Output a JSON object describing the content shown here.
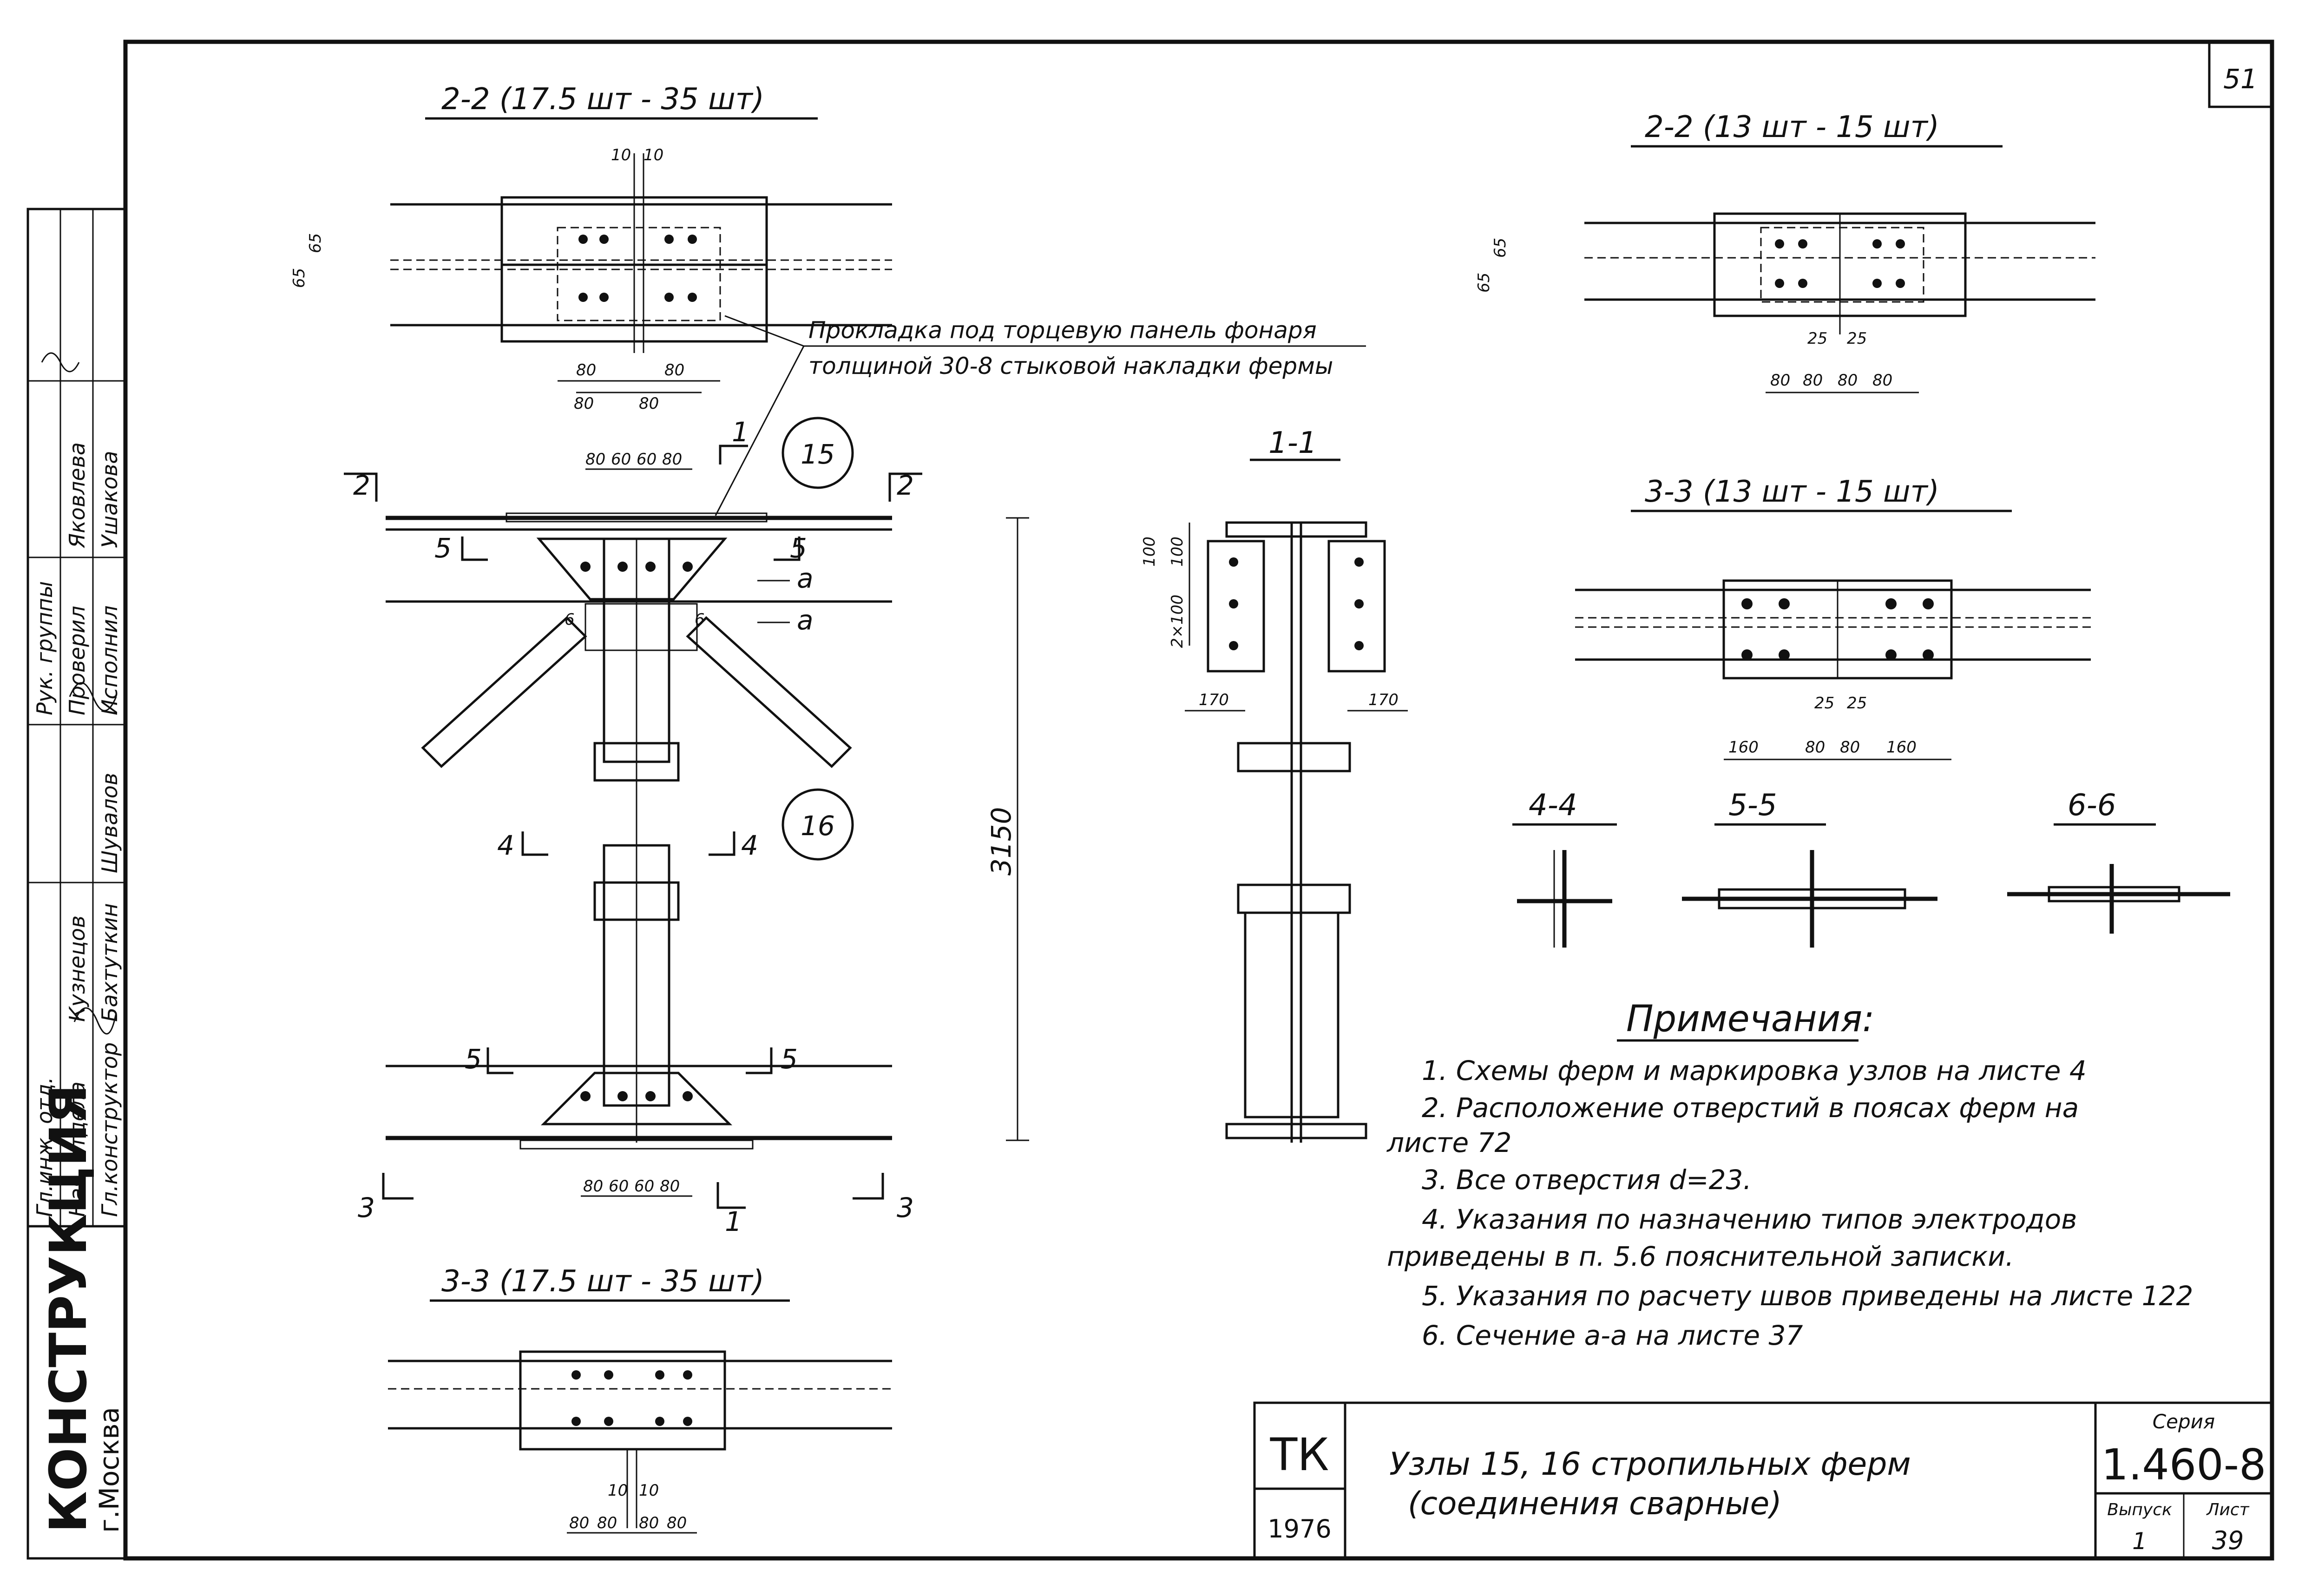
{
  "sheet": {
    "sheet_corner_number": "51",
    "titleblock": {
      "org": "ТК",
      "year": "1976",
      "title_line1": "Узлы 15, 16 стропильных ферм",
      "title_line2": "(соединения сварные)",
      "series_label": "Серия",
      "series_value": "1.460-8",
      "issue_label": "Выпуск",
      "issue_value": "1",
      "sheet_label": "Лист",
      "sheet_value": "39"
    },
    "left_stamp": {
      "org_name": "КОНСТРУКЦИЯ",
      "city": "г.Москва",
      "roles": [
        "Гл.инж. отд.",
        "Нач. отдела",
        "Гл.конструктор",
        "Рук. группы",
        "Проверил",
        "Исполнил"
      ],
      "names": [
        "Кузнецов",
        "Бахтуткин",
        "Шувалов",
        "Яковлева",
        "Ушакова"
      ]
    }
  },
  "drawing": {
    "sections": {
      "s22_left": "2-2 (17.5 шт - 35 шт)",
      "s22_right": "2-2 (13 шт - 15 шт)",
      "s33_right": "3-3 (13 шт - 15 шт)",
      "s33_left": "3-3 (17.5 шт - 35 шт)",
      "s11": "1-1",
      "s44": "4-4",
      "s55": "5-5",
      "s66": "6-6"
    },
    "node_marks": {
      "n15": "15",
      "n16": "16"
    },
    "cut_marks": {
      "c1": "1",
      "c2": "2",
      "c3": "3",
      "c4": "4",
      "c5": "5",
      "c6": "6",
      "ca": "a"
    },
    "callout": {
      "line1": "Прокладка под торцевую панель фонаря",
      "line2": "толщиной 30-8 стыковой накладки фермы"
    },
    "dims": {
      "d10": "10",
      "d65": "65",
      "d80": "80",
      "d60": "60",
      "d25": "25",
      "d160": "160",
      "d100": "100",
      "d2x100": "2×100",
      "d170": "170",
      "d3150": "3150"
    }
  },
  "notes": {
    "heading": "Примечания:",
    "items": [
      "1. Схемы ферм и маркировка узлов на листе 4",
      "2. Расположение отверстий в поясах ферм на",
      "листе 72",
      "3. Все отверстия d=23.",
      "4. Указания по назначению типов электродов",
      "приведены в п. 5.6 пояснительной записки.",
      "5. Указания по расчету швов приведены на листе 122",
      "6. Сечение а-а на листе 37"
    ]
  }
}
